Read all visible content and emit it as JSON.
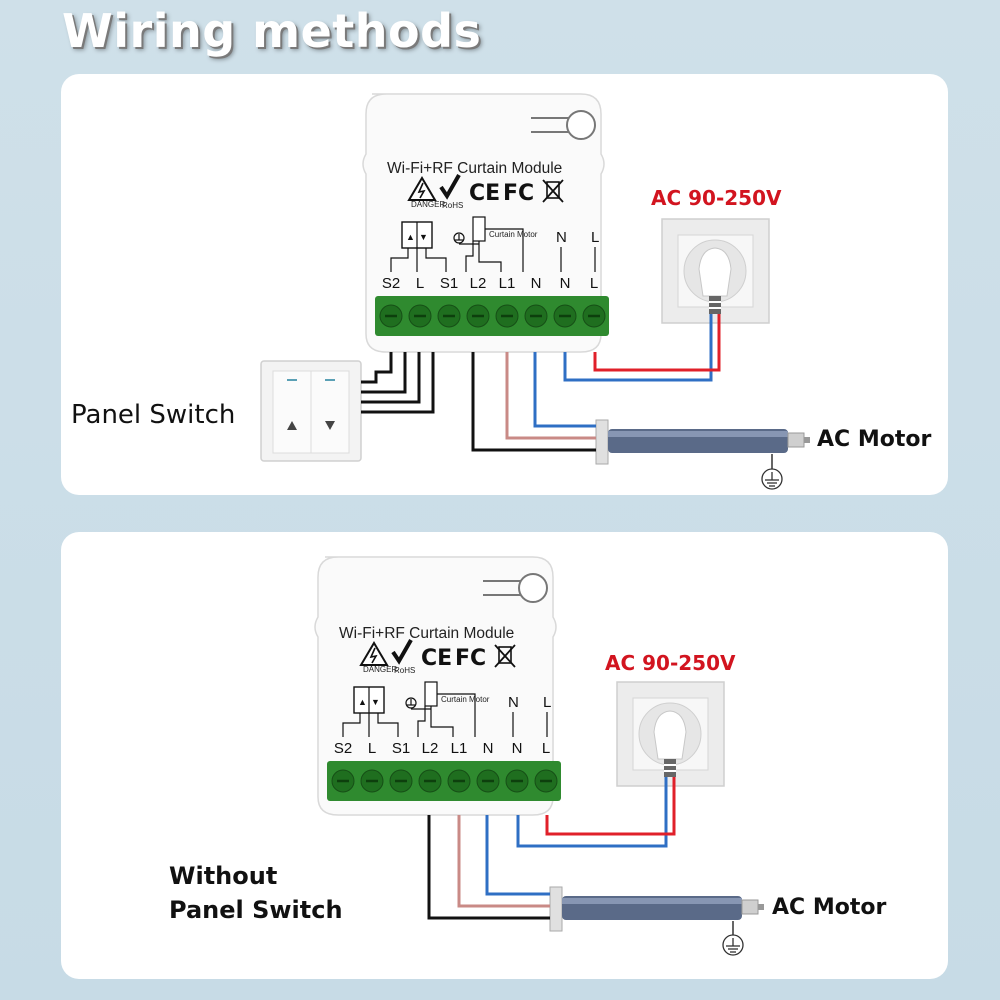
{
  "title": "Wiring methods",
  "diagram1": {
    "module_title": "Wi-Fi+RF Curtain Module",
    "cert_ce": "CE",
    "cert_fc": "FC",
    "rohs": "RoHS",
    "danger": "DANGER",
    "curtain_motor_small": "Curtain Motor",
    "top_n": "N",
    "top_l": "L",
    "terminals": [
      "S2",
      "L",
      "S1",
      "L2",
      "L1",
      "N",
      "N",
      "L"
    ],
    "voltage": "AC 90-250V",
    "panel_switch_label": "Panel Switch",
    "motor_label": "AC Motor"
  },
  "diagram2": {
    "module_title": "Wi-Fi+RF Curtain Module",
    "cert_ce": "CE",
    "cert_fc": "FC",
    "rohs": "RoHS",
    "danger": "DANGER",
    "curtain_motor_small": "Curtain Motor",
    "top_n": "N",
    "top_l": "L",
    "terminals": [
      "S2",
      "L",
      "S1",
      "L2",
      "L1",
      "N",
      "N",
      "L"
    ],
    "voltage": "AC 90-250V",
    "no_panel_line1": "Without",
    "no_panel_line2": "Panel Switch",
    "motor_label": "AC Motor"
  },
  "colors": {
    "live_wire": "#e0202a",
    "neutral_wire": "#2f6fc4",
    "motor_wire_pink": "#c98a86",
    "switch_wire": "#111111",
    "terminal_green": "#2f8a2f",
    "motor_body": "#5a6a88"
  }
}
